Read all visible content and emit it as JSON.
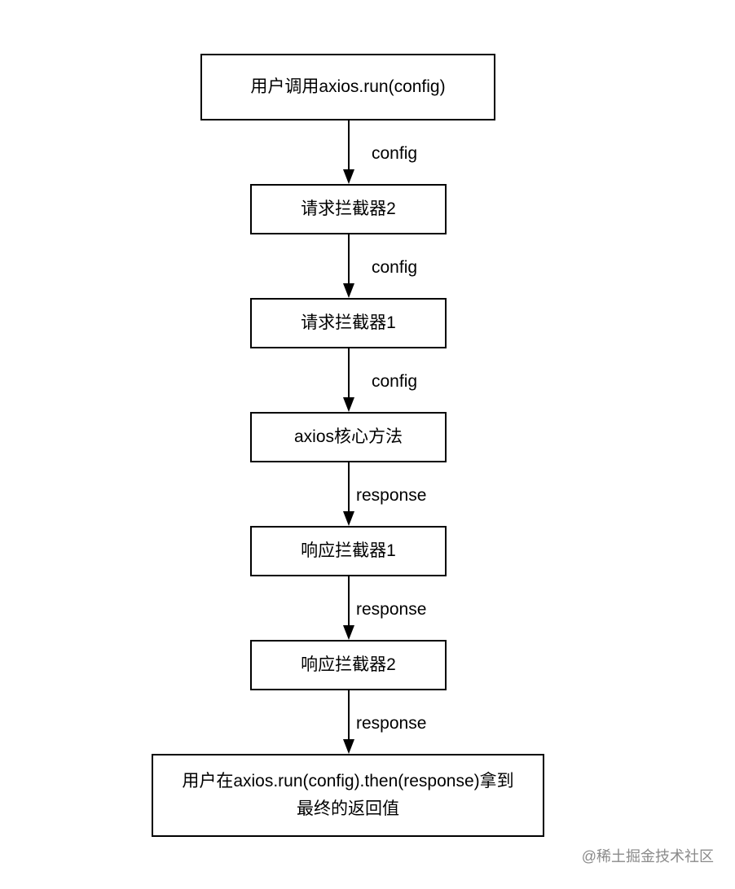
{
  "nodes": {
    "user_call": "用户调用axios.run(config)",
    "req_interceptor_2": "请求拦截器2",
    "req_interceptor_1": "请求拦截器1",
    "axios_core": "axios核心方法",
    "res_interceptor_1": "响应拦截器1",
    "res_interceptor_2": "响应拦截器2",
    "final_result_line1": "用户在axios.run(config).then(response)拿到",
    "final_result_line2": "最终的返回值"
  },
  "edges": {
    "e1_label": "config",
    "e2_label": "config",
    "e3_label": "config",
    "e4_label": "response",
    "e5_label": "response",
    "e6_label": "response"
  },
  "watermark": "@稀土掘金技术社区"
}
